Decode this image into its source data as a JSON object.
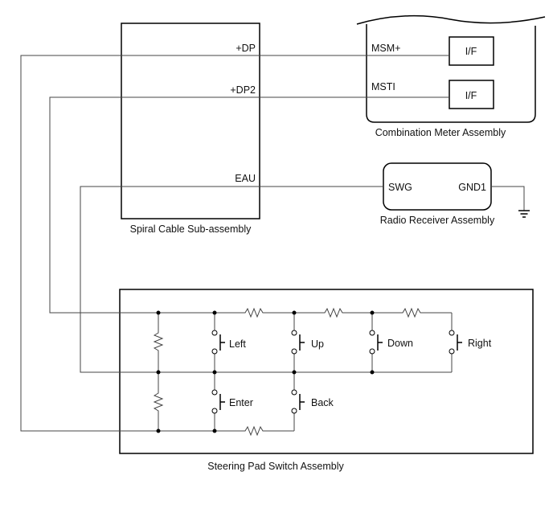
{
  "spiral_cable": {
    "caption": "Spiral Cable Sub-assembly",
    "pins": {
      "dp": "+DP",
      "dp2": "+DP2",
      "eau": "EAU"
    }
  },
  "combination_meter": {
    "caption": "Combination Meter Assembly",
    "pins": {
      "msm": "MSM+",
      "msti": "MSTI"
    },
    "if_label": "I/F"
  },
  "radio_receiver": {
    "caption": "Radio Receiver Assembly",
    "pins": {
      "swg": "SWG",
      "gnd1": "GND1"
    }
  },
  "steering_pad": {
    "caption": "Steering Pad Switch Assembly",
    "switches": {
      "left": "Left",
      "up": "Up",
      "down": "Down",
      "right": "Right",
      "enter": "Enter",
      "back": "Back"
    }
  }
}
